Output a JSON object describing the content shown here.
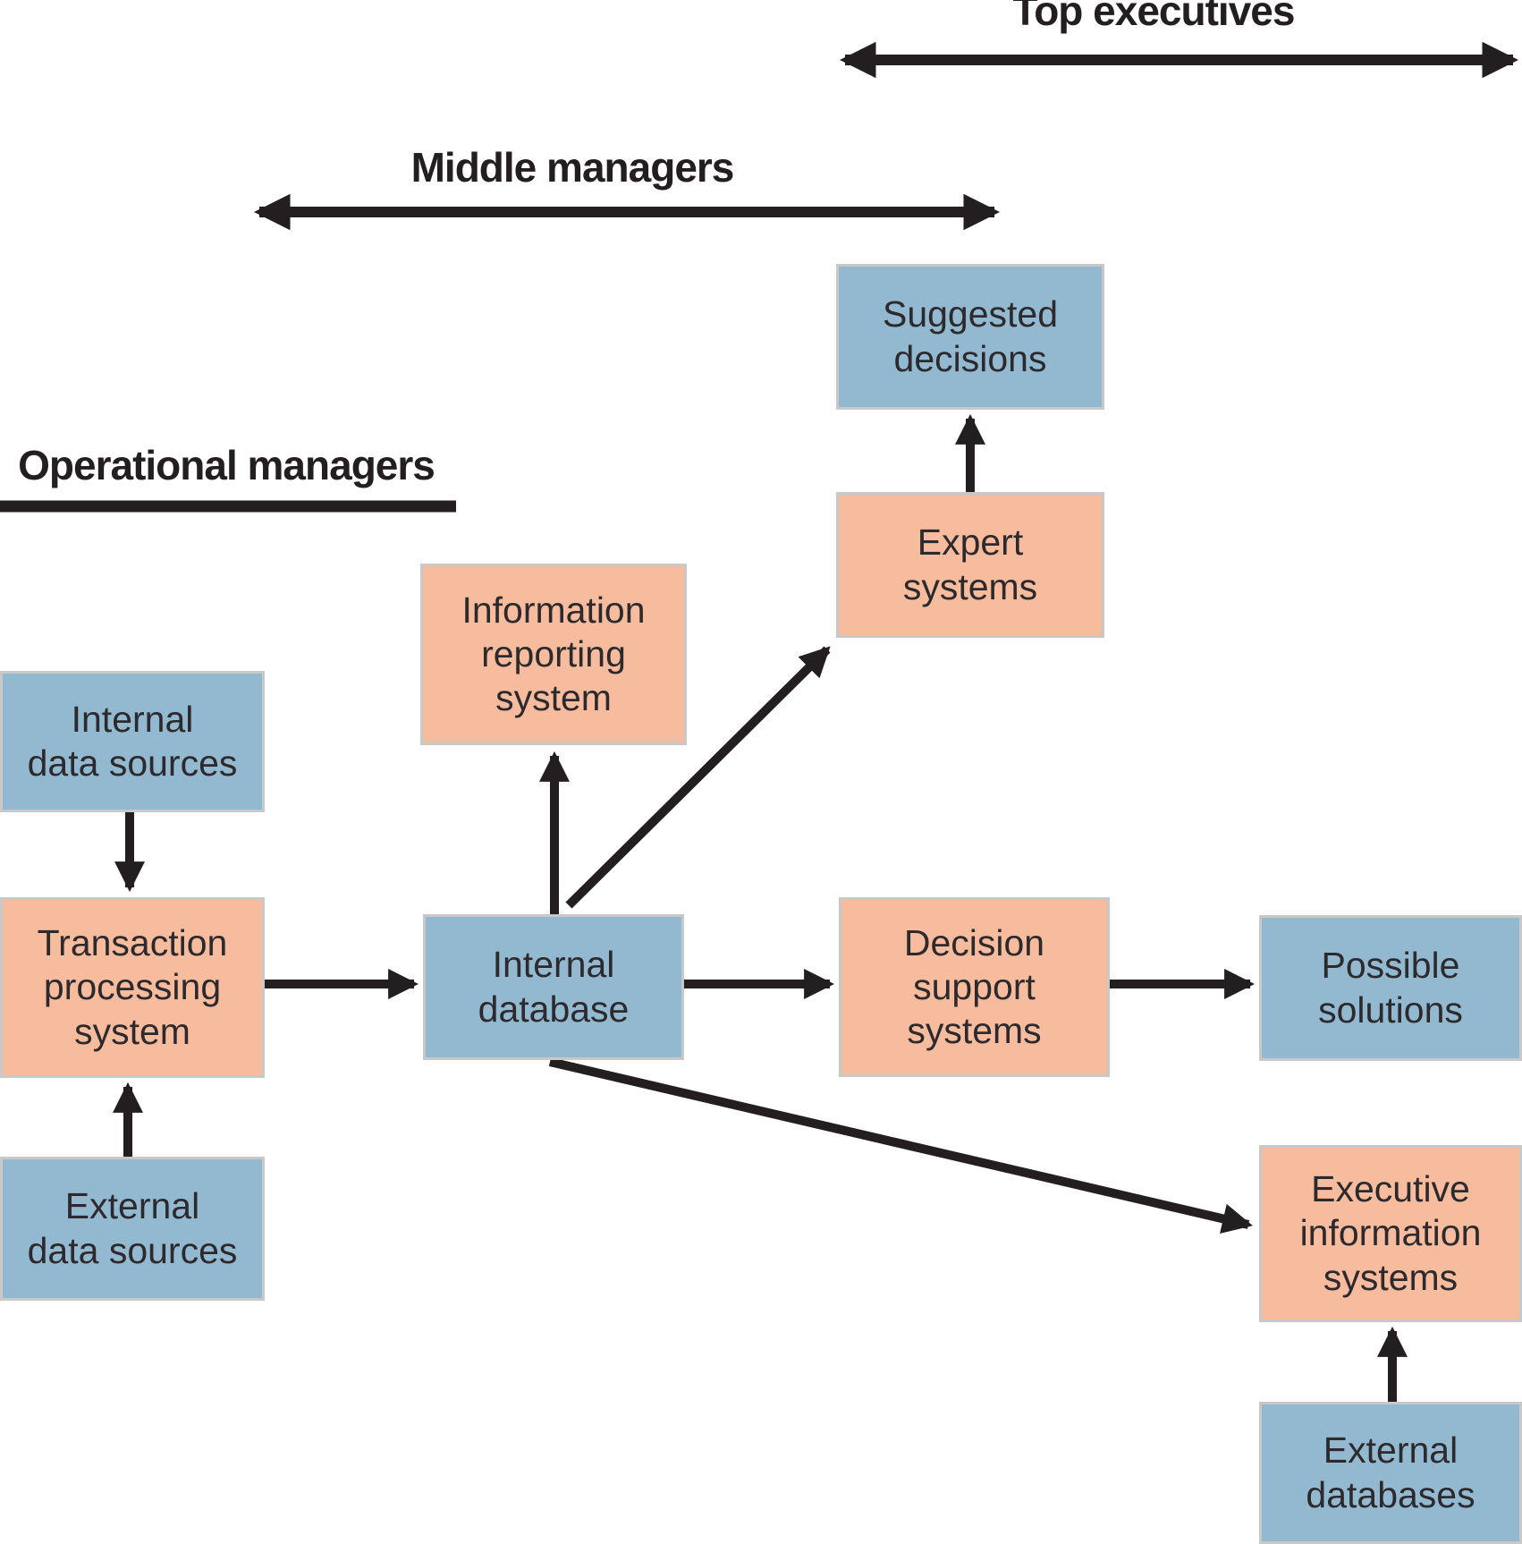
{
  "diagram": {
    "section_labels": {
      "top": "Top executives",
      "middle": "Middle managers",
      "operational": "Operational managers"
    },
    "boxes": {
      "suggested_decisions": "Suggested\ndecisions",
      "expert_systems": "Expert\nsystems",
      "information_reporting_system": "Information\nreporting\nsystem",
      "internal_data_sources": "Internal\ndata sources",
      "transaction_processing_system": "Transaction\nprocessing\nsystem",
      "external_data_sources": "External\ndata sources",
      "internal_database": "Internal\ndatabase",
      "decision_support_systems": "Decision\nsupport\nsystems",
      "possible_solutions": "Possible\nsolutions",
      "executive_information_systems": "Executive\ninformation\nsystems",
      "external_databases": "External\ndatabases"
    },
    "connections": [
      {
        "from": "Internal data sources",
        "to": "Transaction processing system"
      },
      {
        "from": "External data sources",
        "to": "Transaction processing system"
      },
      {
        "from": "Transaction processing system",
        "to": "Internal database"
      },
      {
        "from": "Internal database",
        "to": "Information reporting system"
      },
      {
        "from": "Internal database",
        "to": "Expert systems"
      },
      {
        "from": "Expert systems",
        "to": "Suggested decisions"
      },
      {
        "from": "Internal database",
        "to": "Decision support systems"
      },
      {
        "from": "Decision support systems",
        "to": "Possible solutions"
      },
      {
        "from": "Internal database",
        "to": "Executive information systems"
      },
      {
        "from": "External databases",
        "to": "Executive information systems"
      }
    ],
    "colors": {
      "blue_box": "#92b9d0",
      "peach_box": "#f7bb9d",
      "line": "#231f20",
      "box_border": "#c9c8c8",
      "text": "#2d2a2e"
    }
  }
}
